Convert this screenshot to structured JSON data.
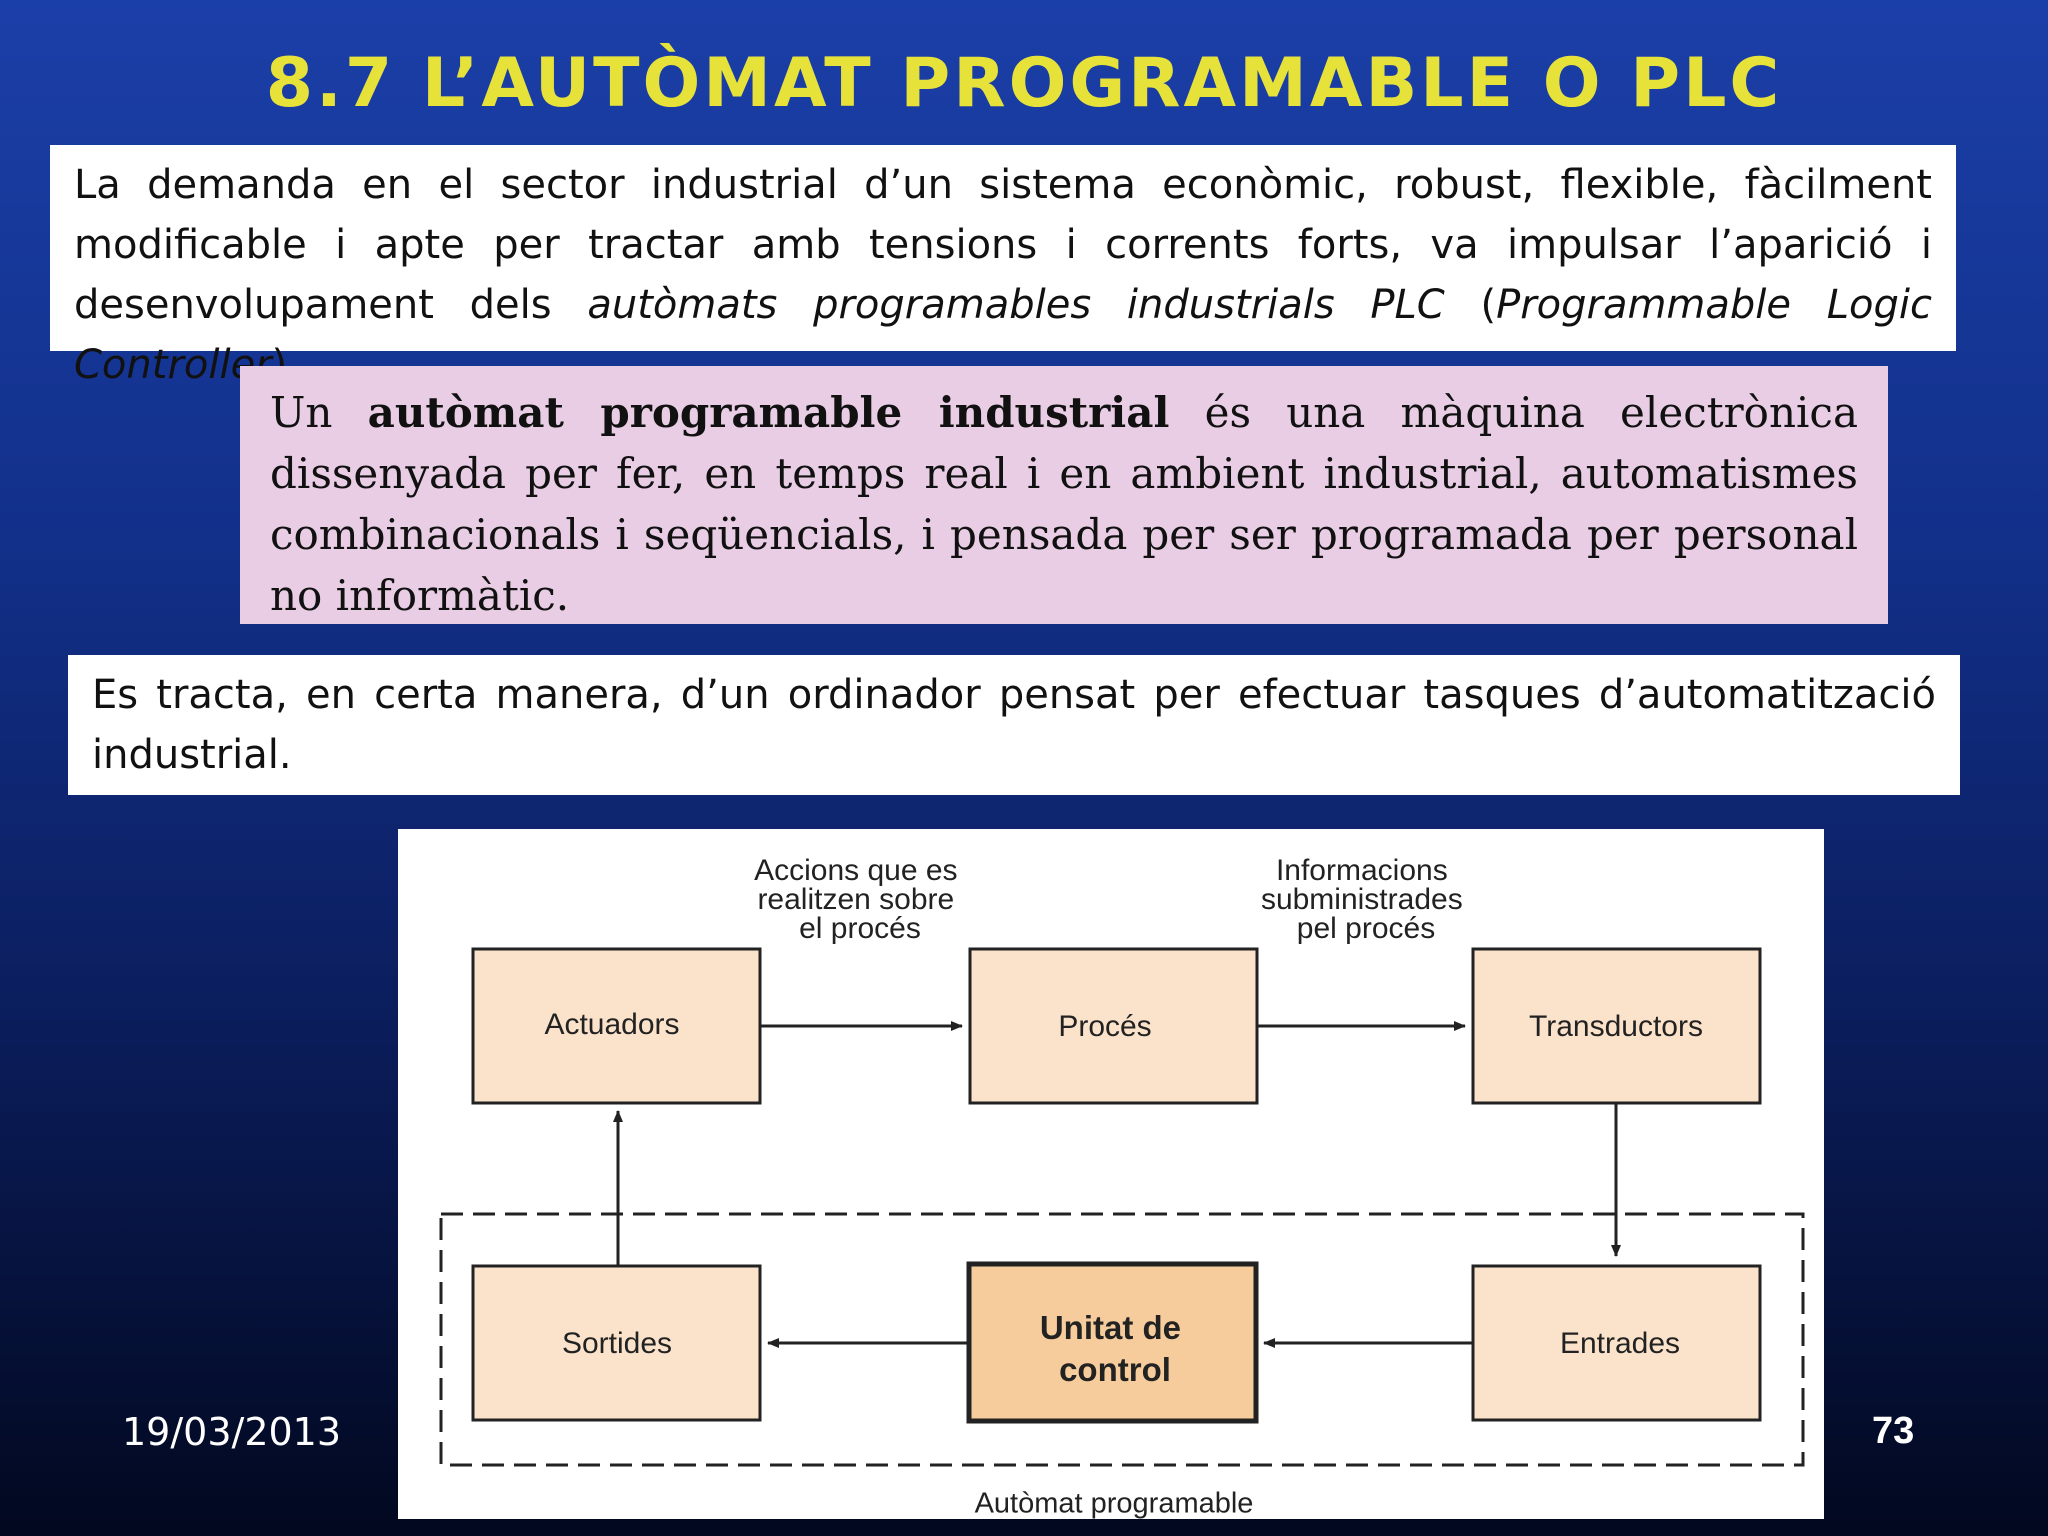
{
  "slide": {
    "title": "8.7 L’AUTÒMAT PROGRAMABLE O PLC",
    "date": "19/03/2013",
    "page_number": "73"
  },
  "intro": {
    "text_before": "La demanda en el sector industrial d’un sistema econòmic, robust, flexible, fàcilment modificable i apte per tractar amb tensions i corrents forts, va impulsar l’aparició i desenvolupament dels ",
    "italic_term": "autòmats programables industrials PLC",
    "text_mid": " (",
    "italic_english": "Programmable Logic Controller",
    "text_after": ")."
  },
  "definition": {
    "text_before": "Un ",
    "bold_term": "autòmat programable industrial",
    "text_after": " és una màquina electrònica dissenyada per fer, en temps real i en ambient industrial, automatismes combinacionals i seqüencials, i pensada per ser programada per personal no informàtic."
  },
  "summary": {
    "text": "Es tracta, en certa manera, d’un ordinador pensat per efectuar tasques d’automatització industrial."
  },
  "diagram": {
    "caption_actions": [
      "Accions que es",
      "realitzen sobre",
      "el procés"
    ],
    "caption_info": [
      "Informacions",
      "subministrades",
      "pel procés"
    ],
    "blocks": {
      "actuadors": "Actuadors",
      "proces": "Procés",
      "transductors": "Transductors",
      "sortides": "Sortides",
      "unitat_line1": "Unitat de",
      "unitat_line2": "control",
      "entrades": "Entrades"
    },
    "group_label": "Autòmat programable",
    "colors": {
      "block_fill": "#fbe3cb",
      "control_fill": "#f7cc9c",
      "stroke": "#222222"
    }
  }
}
